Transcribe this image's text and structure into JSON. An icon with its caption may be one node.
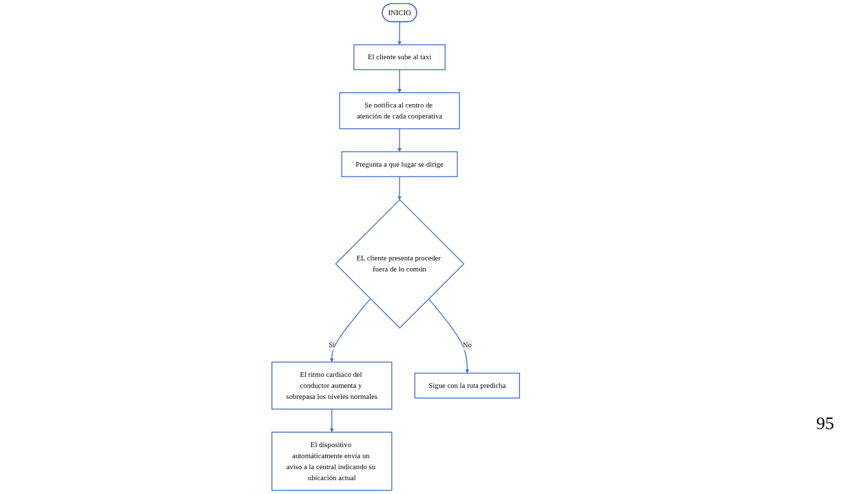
{
  "diagram": {
    "nodes": [
      {
        "text": [
          "INICIO"
        ]
      },
      {
        "text": [
          "El cliente sube al taxi"
        ]
      },
      {
        "text": [
          "Se notifica al centro de atención de cada cooperativa"
        ]
      },
      {
        "text": [
          "Pregunta a qué lugar se dirige"
        ]
      },
      {
        "text": [
          "EL cliente presenta proceder fuera de lo común"
        ]
      },
      {
        "text": [
          "El dispositivo automáticamente envía un aviso a la central indicando su ubicación actual"
        ]
      },
      {
        "text": [
          "El ritmo cardiaco del conductor aumenta y sobrepasa los niveles normales"
        ]
      },
      {
        "text": [
          "Sigue con la ruta predicha"
        ]
      }
    ],
    "edges": [
      {
        "from": 0,
        "to": 1,
        "arrow": "to"
      },
      {
        "from": 1,
        "to": 2,
        "arrow": "to"
      },
      {
        "from": 2,
        "to": 3,
        "arrow": "to"
      },
      {
        "from": 3,
        "to": 4,
        "arrow": "to"
      },
      {
        "from": 4,
        "to": 6,
        "label": "Si",
        "arrow": "to"
      },
      {
        "from": 4,
        "to": 7,
        "label": "No",
        "arrow": "to"
      },
      {
        "from": 6,
        "to": 5,
        "arrow": "to"
      }
    ],
    "labels": [
      "95"
    ]
  }
}
